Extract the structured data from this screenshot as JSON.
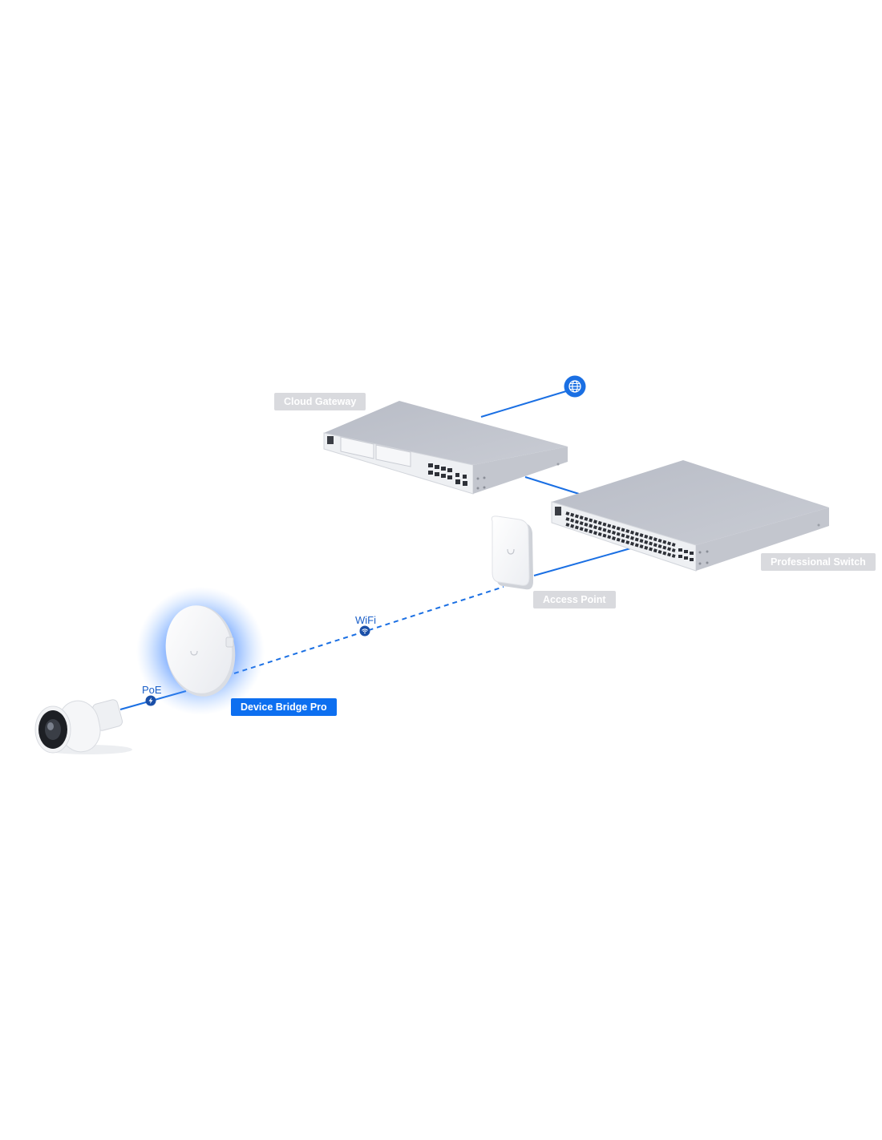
{
  "colors": {
    "link": "#1a6fe3",
    "label_bg": "#d9dade",
    "active_label_bg": "#0d6ff0",
    "device_body": "#c9ccd3",
    "device_front": "#eef0f3"
  },
  "devices": {
    "cloud_gateway": {
      "label": "Cloud Gateway"
    },
    "professional_switch": {
      "label": "Professional Switch"
    },
    "access_point": {
      "label": "Access Point"
    },
    "device_bridge_pro": {
      "label": "Device Bridge Pro",
      "highlighted": true
    },
    "camera": {
      "label": ""
    }
  },
  "connections": {
    "internet": {
      "icon": "globe-icon"
    },
    "wifi": {
      "label": "WiFi",
      "icon": "wifi-icon",
      "style": "dashed"
    },
    "poe": {
      "label": "PoE",
      "icon": "bolt-icon",
      "style": "solid"
    }
  }
}
